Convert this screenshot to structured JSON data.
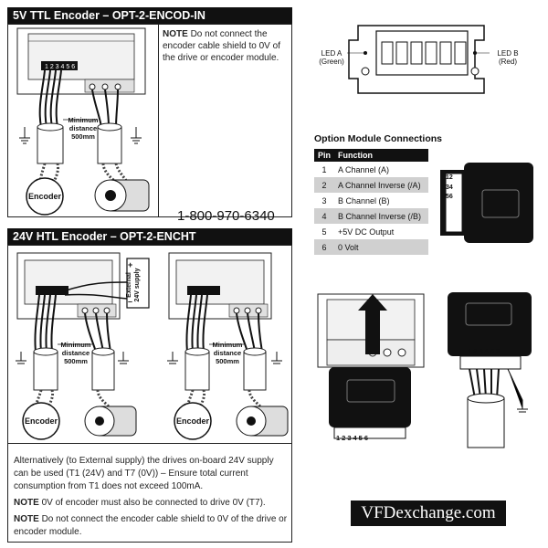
{
  "section1": {
    "title": "5V TTL Encoder – OPT-2-ENCOD-IN",
    "note_label": "NOTE",
    "note_text": "Do not connect the encoder cable shield to 0V of the drive or encoder module.",
    "min_dist_1": "Minimum",
    "min_dist_2": "distance",
    "min_dist_3": "500mm",
    "encoder_label": "Encoder"
  },
  "phone": "1-800-970-6340",
  "section2": {
    "title": "24V HTL Encoder – OPT-2-ENCHT",
    "ext_supply_1": "External",
    "ext_supply_2": "24V supply",
    "plus": "+",
    "minus": "–",
    "min_dist_1": "Minimum",
    "min_dist_2": "distance",
    "min_dist_3": "500mm",
    "encoder_label_a": "Encoder",
    "encoder_label_b": "Encoder"
  },
  "module": {
    "led_a_1": "LED A",
    "led_a_2": "(Green)",
    "led_b_1": "LED B",
    "led_b_2": "(Red)"
  },
  "table": {
    "title": "Option Module Connections",
    "headers": [
      "Pin",
      "Function"
    ],
    "rows": [
      {
        "pin": "1",
        "fn": "A Channel (A)"
      },
      {
        "pin": "2",
        "fn": "A Channel Inverse (/A)"
      },
      {
        "pin": "3",
        "fn": "B Channel (B)"
      },
      {
        "pin": "4",
        "fn": "B Channel Inverse (/B)"
      },
      {
        "pin": "5",
        "fn": "+5V DC Output"
      },
      {
        "pin": "6",
        "fn": "0 Volt"
      }
    ]
  },
  "pin_numbers": "123456",
  "bottom": {
    "para": "Alternatively (to External supply) the drives on-board 24V supply can be used (T1 (24V) and T7 (0V)) – Ensure total current consumption from T1 does not exceed 100mA.",
    "note1_label": "NOTE",
    "note1_text": "0V of encoder must also be connected to drive 0V (T7).",
    "note2_label": "NOTE",
    "note2_text": "Do not connect the encoder cable shield to 0V of the drive or encoder module."
  },
  "watermark": "VFDexchange.com",
  "colors": {
    "dark": "#111111",
    "grey_row": "#d0d0d0",
    "line": "#222222"
  }
}
